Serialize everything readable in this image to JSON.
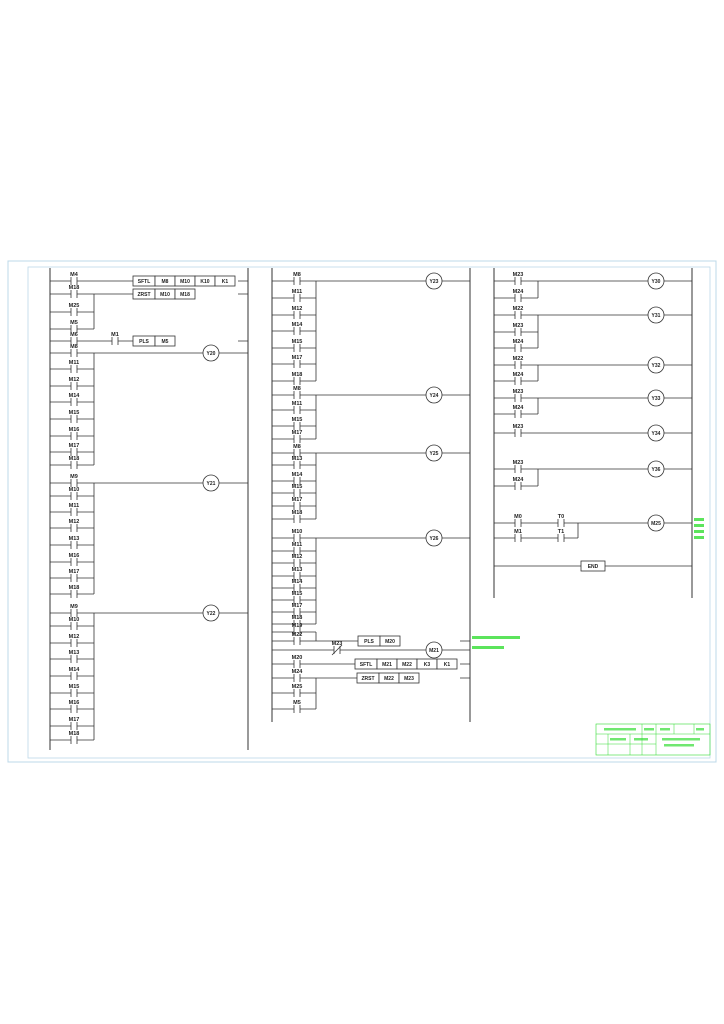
{
  "colors": {
    "line": "#333333",
    "frame": "#bcd8e8",
    "annotation": "#33dd33"
  },
  "columns": [
    {
      "rungs": [
        {
          "contacts": [
            "M4"
          ],
          "output": {
            "type": "box",
            "fields": [
              "SFTL",
              "M8",
              "M10",
              "K10",
              "K1"
            ]
          }
        },
        {
          "contacts": [
            "M18",
            "M25",
            "M5"
          ],
          "output": {
            "type": "box",
            "fields": [
              "ZRST",
              "M10",
              "M18"
            ]
          }
        },
        {
          "contacts": [
            "M6"
          ],
          "series": [
            "M1"
          ],
          "output": {
            "type": "box",
            "fields": [
              "PLS",
              "M5"
            ]
          }
        },
        {
          "contacts": [
            "M8",
            "M11",
            "M12",
            "M14",
            "M15",
            "M16",
            "M17",
            "M18"
          ],
          "output": {
            "type": "coil",
            "label": "Y20"
          }
        },
        {
          "contacts": [
            "M9",
            "M10",
            "M11",
            "M12",
            "M13",
            "M16",
            "M17",
            "M18"
          ],
          "output": {
            "type": "coil",
            "label": "Y21"
          }
        },
        {
          "contacts": [
            "M9",
            "M10",
            "M12",
            "M13",
            "M14",
            "M15",
            "M16",
            "M17",
            "M18"
          ],
          "output": {
            "type": "coil",
            "label": "Y22"
          }
        }
      ]
    },
    {
      "rungs": [
        {
          "contacts": [
            "M8",
            "M11",
            "M12",
            "M14",
            "M15",
            "M17",
            "M18"
          ],
          "output": {
            "type": "coil",
            "label": "Y23"
          }
        },
        {
          "contacts": [
            "M8",
            "M11",
            "M15",
            "M17"
          ],
          "output": {
            "type": "coil",
            "label": "Y24"
          }
        },
        {
          "contacts": [
            "M8",
            "M13",
            "M14",
            "M15",
            "M17",
            "M18"
          ],
          "output": {
            "type": "coil",
            "label": "Y25"
          }
        },
        {
          "contacts": [
            "M10",
            "M11",
            "M12",
            "M13",
            "M14",
            "M15",
            "M17",
            "M18"
          ],
          "output": {
            "type": "coil",
            "label": "Y26"
          }
        },
        {
          "contacts": [
            "M19",
            "M22"
          ],
          "output": {
            "type": "box",
            "fields": [
              "PLS",
              "M20"
            ]
          }
        },
        {
          "contacts": [
            "M23"
          ],
          "normally_closed": true,
          "output": {
            "type": "coil",
            "label": "M21"
          }
        },
        {
          "contacts": [
            "M20"
          ],
          "output": {
            "type": "box",
            "fields": [
              "SFTL",
              "M21",
              "M22",
              "K3",
              "K1"
            ]
          }
        },
        {
          "contacts": [
            "M24",
            "M25",
            "M5"
          ],
          "output": {
            "type": "box",
            "fields": [
              "ZRST",
              "M22",
              "M23"
            ]
          }
        }
      ]
    },
    {
      "rungs": [
        {
          "contacts": [
            "M23",
            "M24"
          ],
          "output": {
            "type": "coil",
            "label": "Y30"
          }
        },
        {
          "contacts": [
            "M22",
            "M23",
            "M24"
          ],
          "output": {
            "type": "coil",
            "label": "Y31"
          }
        },
        {
          "contacts": [
            "M22",
            "M24"
          ],
          "output": {
            "type": "coil",
            "label": "Y32"
          }
        },
        {
          "contacts": [
            "M23",
            "M24"
          ],
          "output": {
            "type": "coil",
            "label": "Y33"
          }
        },
        {
          "contacts": [
            "M23"
          ],
          "output": {
            "type": "coil",
            "label": "Y34"
          }
        },
        {
          "contacts": [
            "M23",
            "M24"
          ],
          "output": {
            "type": "coil",
            "label": "Y36"
          }
        },
        {
          "contacts": [
            "M0",
            "M1"
          ],
          "series": [
            "T0",
            "T1"
          ],
          "output": {
            "type": "coil",
            "label": "M25"
          }
        },
        {
          "contacts": [],
          "output": {
            "type": "end",
            "label": "END"
          }
        }
      ]
    }
  ]
}
